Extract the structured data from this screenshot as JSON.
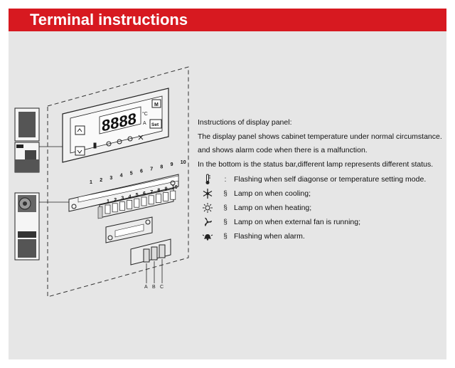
{
  "header": {
    "title": "Terminal instructions",
    "accent_color": "#d71920"
  },
  "instructions": [
    "Instructions of display panel:",
    "The display panel shows cabinet temperature under normal circumstance.",
    "and shows alarm code when there is a malfunction.",
    "In the bottom is the status bar,different lamp represents different status."
  ],
  "legend": [
    {
      "icon": "thermometer-icon",
      "sep": ":",
      "text": "Flashing when self diagonse or temperature setting mode."
    },
    {
      "icon": "snowflake-icon",
      "sep": "§",
      "text": "Lamp on when cooling;"
    },
    {
      "icon": "sun-icon",
      "sep": "§",
      "text": "Lamp on when heating;"
    },
    {
      "icon": "fan-icon",
      "sep": "§",
      "text": "Lamp on when external fan is running;"
    },
    {
      "icon": "alarm-bell-icon",
      "sep": "§",
      "text": "Flashing when alarm."
    }
  ],
  "diagram": {
    "display_digits": "8888",
    "unit_celsius": "°C",
    "unit_a": "A",
    "button_m": "M",
    "button_set": "Set",
    "terminal_numbers": [
      "1",
      "2",
      "3",
      "4",
      "5",
      "6",
      "7",
      "8",
      "9",
      "10"
    ],
    "terminal_labels": [
      "A",
      "B",
      "C"
    ]
  }
}
